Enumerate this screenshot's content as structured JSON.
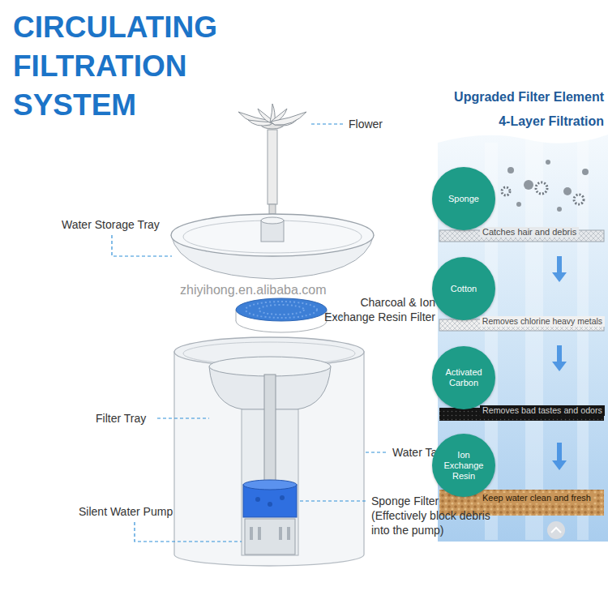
{
  "diagram": {
    "title": "CIRCULATING FILTRATION SYSTEM",
    "nodes": [
      {
        "text": [
          "Sponge"
        ]
      },
      {
        "text": [
          "Cotton"
        ]
      },
      {
        "text": [
          "Activated Carbon"
        ]
      },
      {
        "text": [
          "Ion Exchange Resin"
        ]
      }
    ],
    "labels": [
      "Upgraded Filter Element",
      "4-Layer Filtration",
      "Flower",
      "Water Storage Tray",
      "zhiyihong.en.alibaba.com",
      "Charcoal & Ion Exchange Resin Filter",
      "Filter Tray",
      "Water Tank",
      "Silent Water Pump",
      "Sponge Filter (Effectively block debris into the pump)",
      "Catches hair and debris",
      "Removes chlorine heavy metals",
      "Removes bad tastes and odors",
      "Keep water clean and fresh"
    ]
  }
}
